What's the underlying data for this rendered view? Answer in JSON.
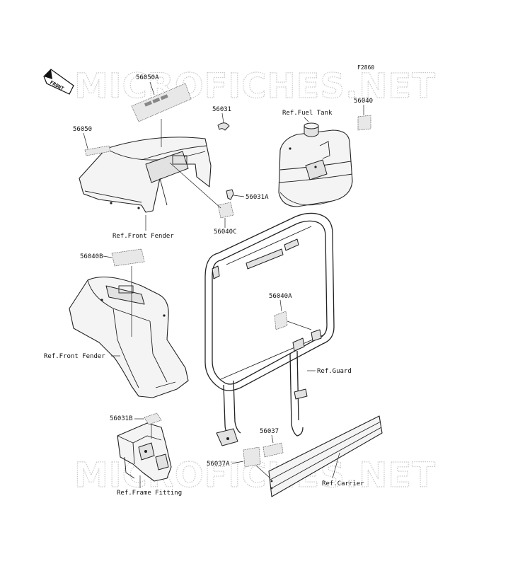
{
  "figure_code": "F2860",
  "front_marker": "FRONT",
  "watermark": "MICROFICHES.NET",
  "part_labels": {
    "p56050A": "56050A",
    "p56031": "56031",
    "p56040": "56040",
    "p56050": "56050",
    "p56031A": "56031A",
    "p56040C": "56040C",
    "p56040B": "56040B",
    "p56040A": "56040A",
    "p56031B": "56031B",
    "p56037": "56037",
    "p56037A": "56037A"
  },
  "ref_labels": {
    "fuel_tank": "Ref.Fuel Tank",
    "front_fender_top": "Ref.Front Fender",
    "front_fender_mid": "Ref.Front Fender",
    "guard": "Ref.Guard",
    "carrier": "Ref.Carrier",
    "frame_fitting": "Ref.Frame Fitting"
  }
}
